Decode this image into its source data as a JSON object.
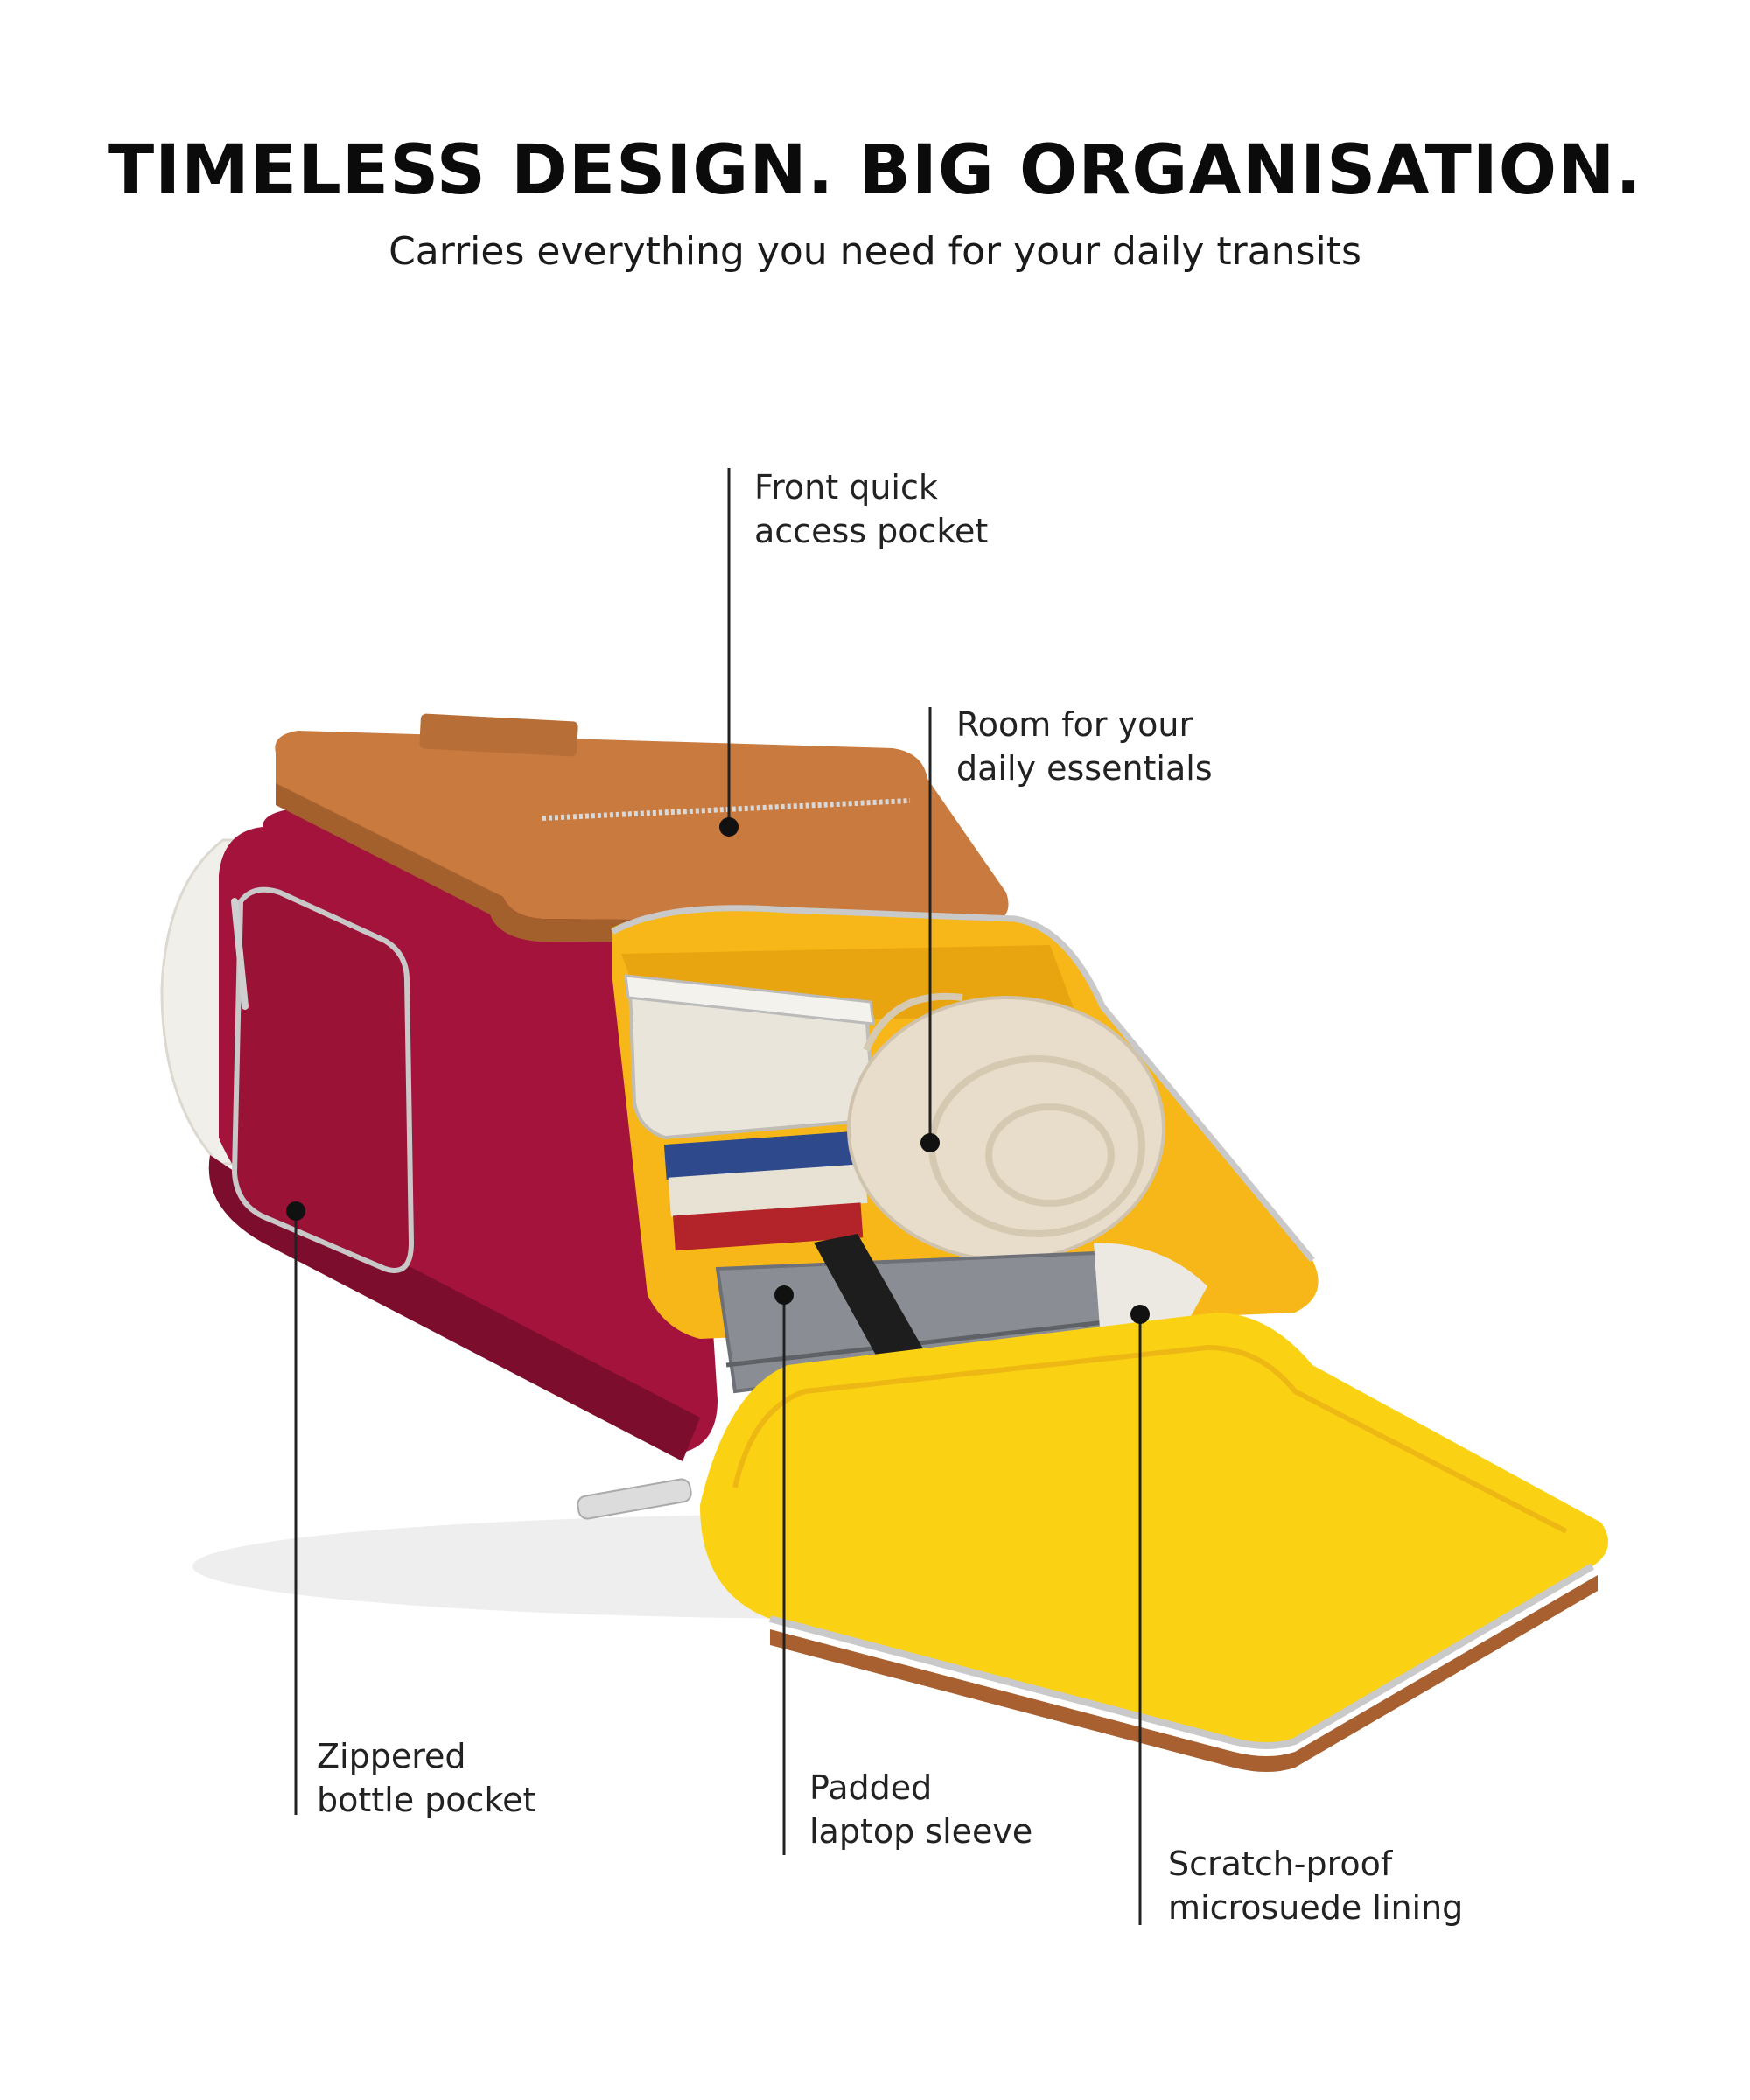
{
  "header": {
    "title": "TIMELESS DESIGN. BIG ORGANISATION.",
    "subtitle": "Carries everything you need for your daily transits"
  },
  "callouts": [
    {
      "id": "front-pocket",
      "line1": "Front quick",
      "line2": "access pocket"
    },
    {
      "id": "essentials",
      "line1": "Room for your",
      "line2": "daily essentials"
    },
    {
      "id": "bottle-pocket",
      "line1": "Zippered",
      "line2": "bottle pocket"
    },
    {
      "id": "laptop-sleeve",
      "line1": "Padded",
      "line2": "laptop sleeve"
    },
    {
      "id": "lining",
      "line1": "Scratch-proof",
      "line2": "microsuede lining"
    }
  ],
  "colors": {
    "bag_body": "#a3133c",
    "bag_shadow": "#7d0d2d",
    "leather": "#c97a3e",
    "lining": "#f7c21a",
    "lining_dark": "#e9a50f",
    "towel": "#e8ddcb",
    "laptop": "#8a8d93"
  }
}
